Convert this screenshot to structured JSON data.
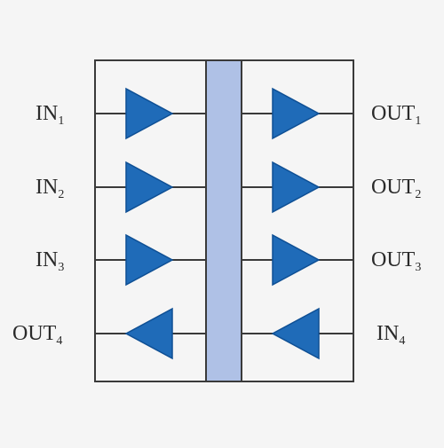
{
  "diagram": {
    "colors": {
      "background": "#f5f5f5",
      "frame": "#3a3a3a",
      "bus_fill": "#afc1e6",
      "buffer_fill": "#1f6bb8",
      "buffer_stroke": "#0e4f94",
      "text": "#2a2a2a"
    },
    "channels": [
      {
        "left_label": {
          "base": "IN",
          "sub": "1"
        },
        "right_label": {
          "base": "OUT",
          "sub": "1"
        },
        "direction": "left-to-right"
      },
      {
        "left_label": {
          "base": "IN",
          "sub": "2"
        },
        "right_label": {
          "base": "OUT",
          "sub": "2"
        },
        "direction": "left-to-right"
      },
      {
        "left_label": {
          "base": "IN",
          "sub": "3"
        },
        "right_label": {
          "base": "OUT",
          "sub": "3"
        },
        "direction": "left-to-right"
      },
      {
        "left_label": {
          "base": "OUT",
          "sub": "4"
        },
        "right_label": {
          "base": "IN",
          "sub": "4"
        },
        "direction": "right-to-left"
      }
    ]
  }
}
